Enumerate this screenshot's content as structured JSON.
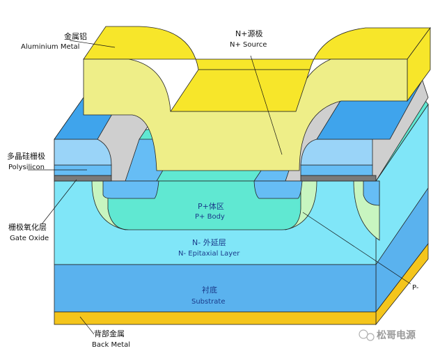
{
  "labels": {
    "aluminium_zh": "金属铝",
    "aluminium_en": "Aluminium Metal",
    "source_zh": "N+源极",
    "source_en": "N+ Source",
    "poly_zh": "多晶硅栅极",
    "poly_en": "Polysilicon",
    "oxide_zh": "栅极氧化层",
    "oxide_en": "Gate Oxide",
    "body_zh": "P+体区",
    "body_en": "P+ Body",
    "epi_zh": "N- 外延层",
    "epi_en": "N- Epitaxial Layer",
    "substrate_zh": "衬底",
    "substrate_en": "Substrate",
    "back_zh": "背部金属",
    "back_en": "Back Metal",
    "pminus": "P-"
  },
  "watermark": "松哥电源",
  "colors": {
    "metal_top": "#f7e62a",
    "metal_front": "#eeee88",
    "epi": "#80e6f8",
    "substrate": "#5ab2ee",
    "back_metal": "#f4c51c",
    "body": "#60e8d2",
    "pminus": "#c8f5c0",
    "source": "#66bdf5",
    "poly": "#9ad4f8",
    "oxide": "#7a7a7a",
    "gray": "#cfcfcf"
  }
}
